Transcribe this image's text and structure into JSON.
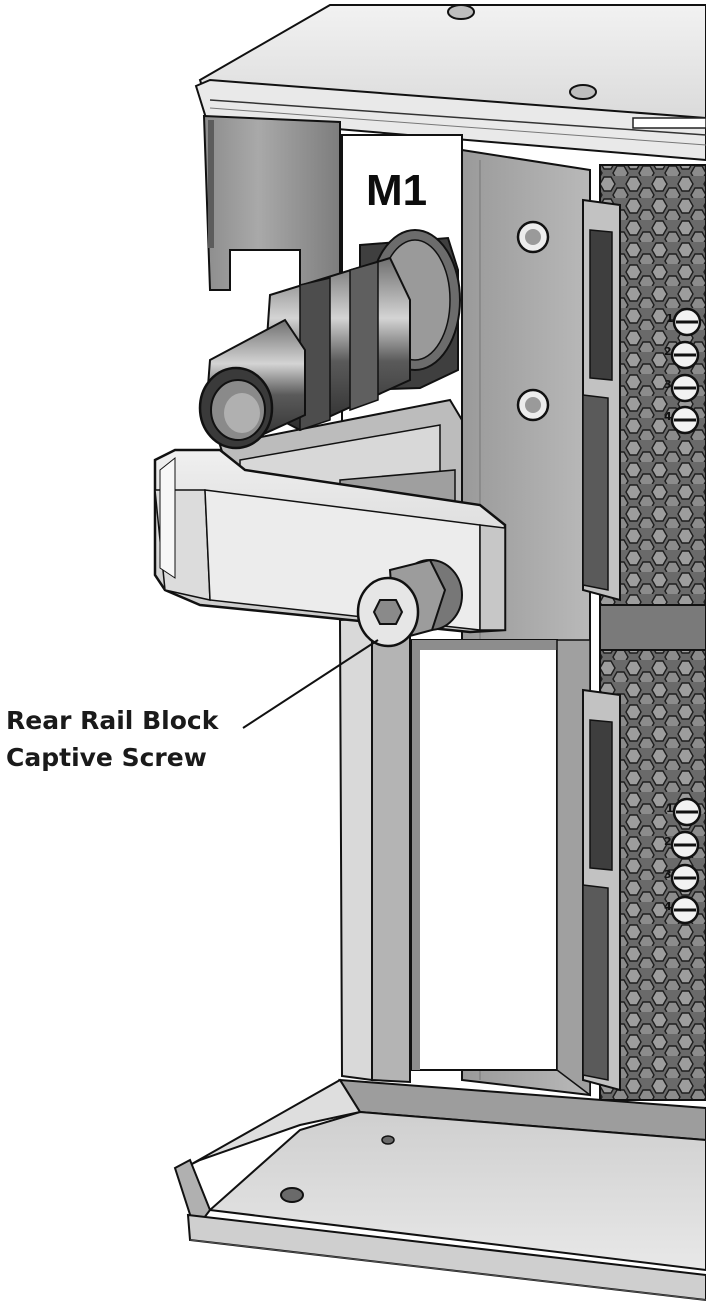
{
  "diagram": {
    "port_label": "M1",
    "callout": {
      "line1": "Rear Rail Block",
      "line2": "Captive Screw"
    },
    "led_numbers_upper": [
      "1",
      "2",
      "3",
      "4"
    ],
    "led_numbers_lower": [
      "1",
      "2",
      "3",
      "4"
    ]
  },
  "colors": {
    "metal_light": "#e4e4e4",
    "metal_mid": "#a8a8a8",
    "metal_dark": "#4a4a4a",
    "outline": "#111111"
  }
}
